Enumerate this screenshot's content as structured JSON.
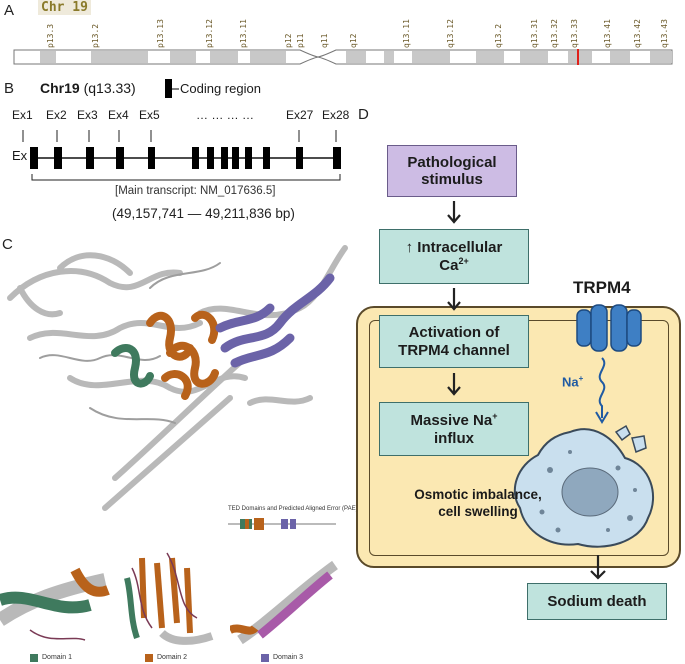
{
  "panels": {
    "a": "A",
    "b": "B",
    "c": "C",
    "d": "D"
  },
  "panel_a": {
    "title": "Chr 19",
    "bands": [
      "p13.3",
      "p13.2",
      "p13.13",
      "p13.12",
      "p13.11",
      "p12",
      "p11",
      "q11",
      "q12",
      "q13.11",
      "q13.12",
      "q13.2",
      "q13.31",
      "q13.32",
      "q13.33",
      "q13.41",
      "q13.42",
      "q13.43"
    ]
  },
  "panel_b": {
    "chrom": "Chr19",
    "locus": "(q13.33)",
    "legend": "Coding region",
    "exon_labels": [
      "Ex1",
      "Ex2",
      "Ex3",
      "Ex4",
      "Ex5",
      "… … … …",
      "Ex27",
      "Ex28"
    ],
    "row_label": "Ex",
    "transcript": "[Main transcript: NM_017636.5]",
    "coordinates": "(49,157,741 — 49,211,836 bp)"
  },
  "panel_c": {
    "ted_title": "TED Domains and Predicted Aligned Error (PAE)",
    "legend": [
      "Domain 1",
      "Domain 2",
      "Domain 3"
    ],
    "colors": {
      "domain1": "#3f7a5e",
      "domain2": "#b8621b",
      "domain3": "#6b63a8",
      "ribbon": "#b9b9b9"
    }
  },
  "panel_d": {
    "box1_line1": "Pathological",
    "box1_line2": "stimulus",
    "box2_line1": "↑ Intracellular",
    "box2_line2": "Ca",
    "box2_sup": "2+",
    "box3_line1": "Activation of",
    "box3_line2": "TRPM4 channel",
    "box4_line1": "Massive Na",
    "box4_sup": "+",
    "box4_line2": "influx",
    "box5": "Sodium death",
    "trpm4": "TRPM4",
    "na": "Na",
    "na_sup": "+",
    "osmotic_line1": "Osmotic imbalance,",
    "osmotic_line2": "cell swelling",
    "colors": {
      "teal": "#bfe3dd",
      "purple": "#cdbce4",
      "cell": "#fbe8b2",
      "channel": "#3e7fc4",
      "swollen_cell": "#c9dfee"
    }
  }
}
